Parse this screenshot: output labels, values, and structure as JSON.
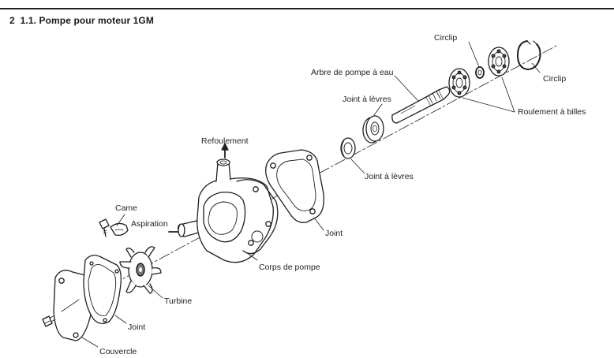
{
  "heading": {
    "section_number": "2",
    "title": "1.1. Pompe pour moteur 1GM"
  },
  "labels": {
    "circlip_top": "Circlip",
    "circlip_right": "Circlip",
    "arbre": "Arbre de pompe à eau",
    "joint_levres_top": "Joint à lèvres",
    "roulement": "Roulement à billes",
    "refoulement": "Refoulement",
    "joint_levres_mid": "Joint à lèvres",
    "came": "Came",
    "aspiration": "Aspiration",
    "joint_right": "Joint",
    "corps": "Corps de pompe",
    "turbine": "Turbine",
    "joint_left": "Joint",
    "couvercle": "Couvercle"
  }
}
